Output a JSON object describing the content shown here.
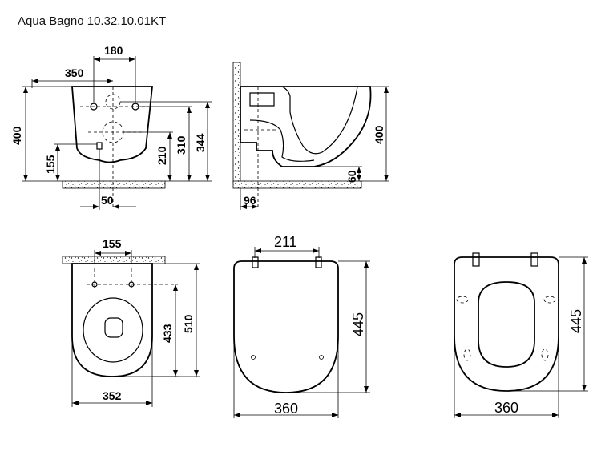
{
  "title": "Aqua Bagno 10.32.10.01KT",
  "front_view": {
    "dims": {
      "d180": "180",
      "d350": "350",
      "d400": "400",
      "d155": "155",
      "d210": "210",
      "d310": "310",
      "d344": "344",
      "d50": "50"
    }
  },
  "side_view": {
    "dims": {
      "d400": "400",
      "d60": "60",
      "d96": "96"
    }
  },
  "top_view": {
    "dims": {
      "d155": "155",
      "d433": "433",
      "d510": "510",
      "d352": "352"
    }
  },
  "lid_view": {
    "dims": {
      "d211": "211",
      "d445": "445",
      "d360": "360"
    }
  },
  "seat_view": {
    "dims": {
      "d445": "445",
      "d360": "360"
    }
  }
}
